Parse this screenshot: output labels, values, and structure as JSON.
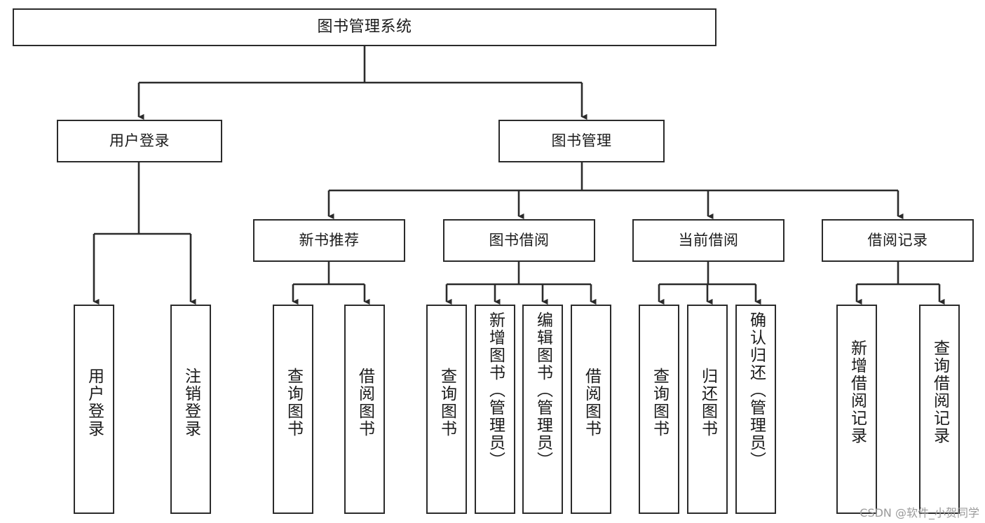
{
  "diagram": {
    "type": "tree-hierarchy-chart",
    "title": "图书管理系统",
    "colors": {
      "box_border": "#2b2b2b",
      "box_fill": "#ffffff",
      "edge": "#2b2b2b",
      "text": "#1b1b1b",
      "watermark": "#9b9b9b",
      "background": "#ffffff"
    },
    "nodes": {
      "root": {
        "label": "图书管理系统"
      },
      "level2": [
        {
          "label": "用户登录"
        },
        {
          "label": "图书管理"
        }
      ],
      "level3": [
        {
          "label": "新书推荐"
        },
        {
          "label": "图书借阅"
        },
        {
          "label": "当前借阅"
        },
        {
          "label": "借阅记录"
        }
      ],
      "leaves": {
        "user_login": [
          {
            "label": "用户登录"
          },
          {
            "label": "注销登录"
          }
        ],
        "new_book_recommend": [
          {
            "label": "查询图书"
          },
          {
            "label": "借阅图书"
          }
        ],
        "book_borrow": [
          {
            "label": "查询图书"
          },
          {
            "label": "新增图书（管理员）"
          },
          {
            "label": "编辑图书（管理员）"
          },
          {
            "label": "借阅图书"
          }
        ],
        "current_borrow": [
          {
            "label": "查询图书"
          },
          {
            "label": "归还图书"
          },
          {
            "label": "确认归还（管理员）"
          }
        ],
        "borrow_record": [
          {
            "label": "新增借阅记录"
          },
          {
            "label": "查询借阅记录"
          }
        ]
      }
    },
    "watermark": "CSDN @软件_小贺同学"
  }
}
